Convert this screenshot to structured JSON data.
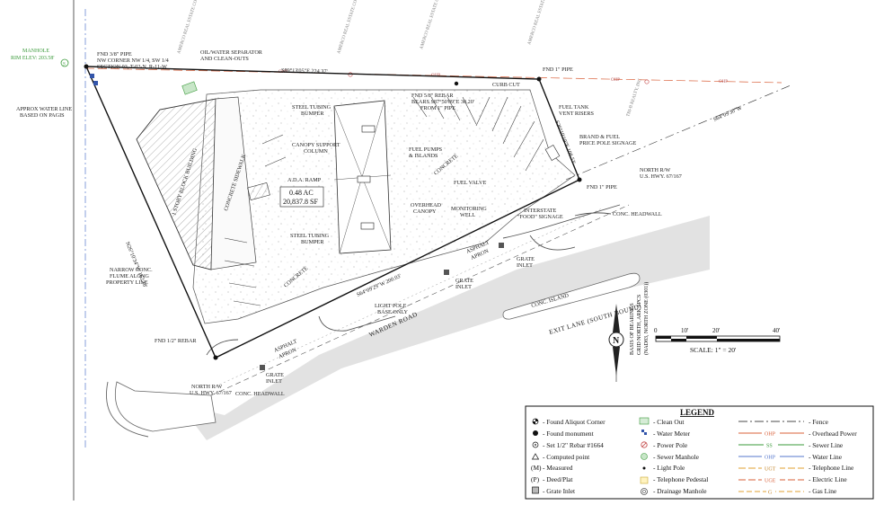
{
  "labels": {
    "manhole": "MANHOLE",
    "manhole_rim": "RIM ELEV: 203.58'",
    "fnd_pipe_nw_1": "FND 3/8\" PIPE",
    "fnd_pipe_nw_2": "NW CORNER NW 1/4, SW 1/4",
    "fnd_pipe_nw_3": "SECTION 03, T-02-N, R-11-W",
    "approx_water_1": "APPROX WATER LINE",
    "approx_water_2": "BASED ON PAGIS",
    "oil_water_1": "OIL/WATER SEPARATOR",
    "oil_water_2": "AND CLEAN-OUTS",
    "north_bearing": "S89°13'05\"E 224.37'",
    "fnd_pipe_ne": "FND 1\" PIPE",
    "curb_cut": "CURB CUT",
    "fnd_rebar_1": "FND 5/8\" REBAR",
    "fnd_rebar_2": "BEARS S87°50'09\"E 30.20'",
    "fnd_rebar_3": "FROM 1\" PIPE",
    "fuel_tank_1": "FUEL TANK",
    "fuel_tank_2": "VENT RISERS",
    "brand_1": "BRAND & FUEL",
    "brand_2": "PRICE POLE SIGNAGE",
    "east_bearing": "S26°10'19\"E 108.53'",
    "steel_bumper_top_1": "STEEL TUBING",
    "steel_bumper_top_2": "BUMPER",
    "canopy_support_1": "CANOPY SUPPORT",
    "canopy_support_2": "COLUMN",
    "fuel_pumps_1": "FUEL PUMPS",
    "fuel_pumps_2": "& ISLANDS",
    "building": "1 STORY BLOCK BUILDING",
    "concrete_sidewalk": "CONCRETE SIDEWALK",
    "ada_ramp": "A.D.A. RAMP",
    "area_acres": "0.48 AC",
    "area_sf": "20,837.8 SF",
    "concrete_1": "CONCRETE",
    "concrete_2": "CONCRETE",
    "fuel_valve": "FUEL VALVE",
    "overhead_canopy_1": "OVERHEAD",
    "overhead_canopy_2": "CANOPY",
    "monitoring_1": "MONITORING",
    "monitoring_2": "WELL",
    "interstate_1": "INTERSTATE",
    "interstate_2": "\"FOOD\" SIGNAGE",
    "fnd_pipe_se": "FND 1\" PIPE",
    "north_rw_top_1": "NORTH R/W",
    "north_rw_top_2": "U.S. HWY. 67/167",
    "conc_headwall_top": "CONC. HEADWALL",
    "steel_bumper_bot_1": "STEEL TUBING",
    "steel_bumper_bot_2": "BUMPER",
    "west_bearing": "N26°10'34\"W 162.18'",
    "narrow_flume_1": "NARROW CONC.",
    "narrow_flume_2": "FLUME ALONG",
    "narrow_flume_3": "PROPERTY LINE",
    "south_bearing": "S64°09'29\"W 200.03'",
    "light_pole_1": "LIGHT POLE",
    "light_pole_2": "BASE ONLY",
    "asphalt_apron_1": "ASPHALT",
    "asphalt_apron_2": "APRON",
    "grate_inlet_1": "GRATE",
    "grate_inlet_2": "INLET",
    "warden_road": "WARDEN ROAD",
    "conc_island": "CONC. ISLAND",
    "exit_lane": "EXIT LANE (SOUTH BOUND)",
    "fnd_half_rebar": "FND 1/2\" REBAR",
    "north_rw_bot_1": "NORTH R/W",
    "north_rw_bot_2": "U.S. HWY. 67/167",
    "conc_headwall_bot": "CONC. HEADWALL",
    "amerco_1": "AMERCO REAL ESTATE CO",
    "amerco_2": "AMERCO REAL ESTATE CO",
    "amerco_3": "AMERCO REAL ESTATE CO",
    "amerco_4": "AMERCO REAL ESTATE CO",
    "tri_b": "TRI-B REALTY, INC",
    "hwy_bearing": "S64°09'30\"W"
  },
  "scale": {
    "ticks": [
      "0",
      "10'",
      "20'",
      "40'"
    ],
    "text": "SCALE: 1\" = 20'"
  },
  "basis": {
    "line1": "BASIS OF BEARINGS",
    "line2": "GRID NORTH, ARK SPCS",
    "line3": "(NAD83, NORTH ZONE (0301))"
  },
  "north_arrow": {
    "letter": "N"
  },
  "legend": {
    "title": "LEGEND",
    "col1": [
      "- Found Aliquot Corner",
      "- Found monument",
      "- Set 1/2\" Rebar #1664",
      "- Computed point",
      "- Measured",
      "- Deed/Plat",
      "- Grate Inlet"
    ],
    "col1_symbols": [
      "",
      "",
      "",
      "",
      "(M)",
      "(P)",
      ""
    ],
    "col2": [
      "- Clean Out",
      "- Water Meter",
      "- Power Pole",
      "- Sewer Manhole",
      "- Light Pole",
      "- Telephone Pedestal",
      "- Drainage Manhole"
    ],
    "col3": [
      "- Fence",
      "- Overhead Power",
      "- Sewer Line",
      "- Water Line",
      "- Telephone Line",
      "- Electric Line",
      "- Gas Line"
    ],
    "col3_codes": [
      "",
      "OHP",
      "SS",
      "OHP",
      "UGT",
      "UGE",
      "G"
    ]
  },
  "colors": {
    "boundary": "#111111",
    "overhead_power": "#d9603a",
    "water_line": "#5577cc",
    "sewer_line": "#3a9a3a",
    "telephone": "#e0a030",
    "road_grey": "#e0e0e0"
  }
}
